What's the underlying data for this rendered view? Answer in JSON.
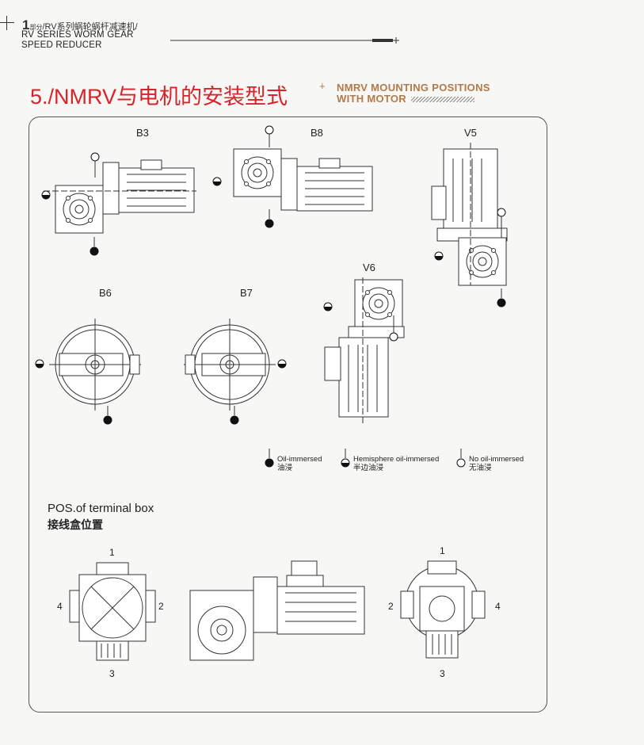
{
  "header": {
    "part_number": "1",
    "part_label": "部分",
    "series_cn": "RV系列蜗轮蜗杆减速机",
    "series_en_line1": "RV SERIES WORM GEAR",
    "series_en_line2": "SPEED REDUCER"
  },
  "section": {
    "title_cn": "5./NMRV与电机的安装型式",
    "title_en_line1": "NMRV MOUNTING POSITIONS",
    "title_en_line2": "WITH MOTOR"
  },
  "mounting_positions": [
    {
      "code": "B3"
    },
    {
      "code": "B8"
    },
    {
      "code": "V5"
    },
    {
      "code": "B6"
    },
    {
      "code": "B7"
    },
    {
      "code": "V6"
    }
  ],
  "legend": [
    {
      "icon": "filled-circle-icon",
      "label_en": "Oil-immersed",
      "label_cn": "油浸"
    },
    {
      "icon": "half-filled-circle-icon",
      "label_en": "Hemisphere oil-immersed",
      "label_cn": "半边油浸"
    },
    {
      "icon": "empty-circle-icon",
      "label_en": "No oil-immersed",
      "label_cn": "无油浸"
    }
  ],
  "terminal_box": {
    "title_en": "POS.of terminal box",
    "title_cn": "接线盒位置",
    "left_view_labels": {
      "top": "1",
      "right": "2",
      "bottom": "3",
      "left": "4"
    },
    "right_view_labels": {
      "top": "1",
      "left": "2",
      "bottom": "3",
      "right": "4"
    }
  },
  "colors": {
    "title_red": "#d8232a",
    "title_gold": "#b07a4a",
    "line": "#333333"
  }
}
